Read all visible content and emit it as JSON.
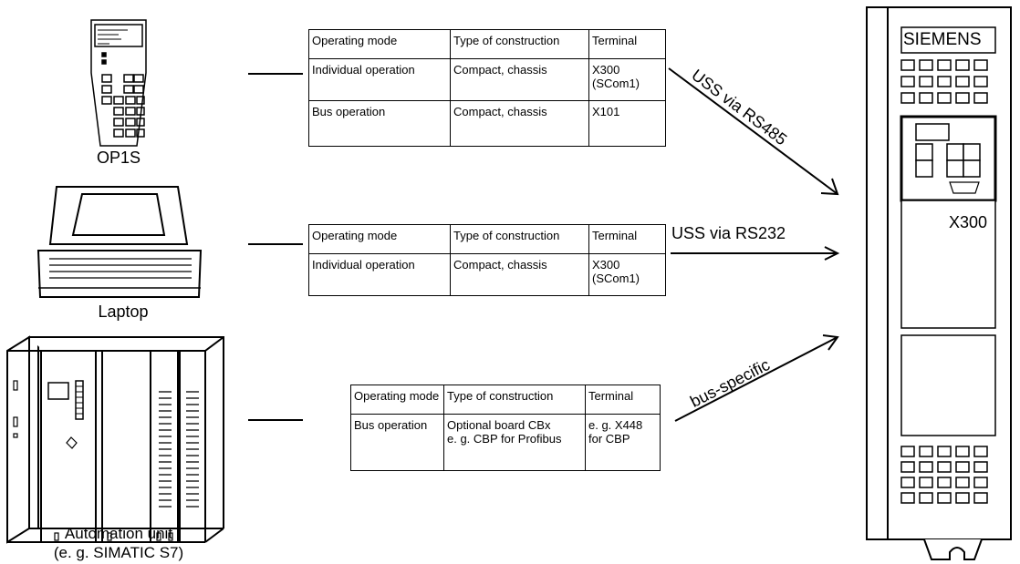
{
  "devices": {
    "op1s": {
      "label": "OP1S"
    },
    "laptop": {
      "label": "Laptop"
    },
    "automation": {
      "label_line1": "Automation unit",
      "label_line2": "(e. g. SIMATIC S7)"
    }
  },
  "tables": {
    "headers": {
      "mode": "Operating mode",
      "construction": "Type of construction",
      "terminal": "Terminal"
    },
    "rs485": {
      "rows": [
        {
          "mode": "Individual operation",
          "construction": "Compact, chassis",
          "terminal_line1": "X300",
          "terminal_line2": "(SCom1)"
        },
        {
          "mode": "Bus operation",
          "construction": "Compact, chassis",
          "terminal_line1": "X101",
          "terminal_line2": ""
        }
      ]
    },
    "rs232": {
      "rows": [
        {
          "mode": "Individual operation",
          "construction": "Compact, chassis",
          "terminal_line1": "X300",
          "terminal_line2": "(SCom1)"
        }
      ]
    },
    "bus": {
      "rows": [
        {
          "mode": "Bus operation",
          "construction_line1": "Optional board CBx",
          "construction_line2": "e. g. CBP for Profibus",
          "terminal_line1": "e. g. X448",
          "terminal_line2": "for CBP"
        }
      ]
    }
  },
  "connections": {
    "rs485": "USS via RS485",
    "rs232": "USS via RS232",
    "bus": "bus-specific"
  },
  "drive": {
    "brand": "SIEMENS",
    "port": "X300"
  }
}
